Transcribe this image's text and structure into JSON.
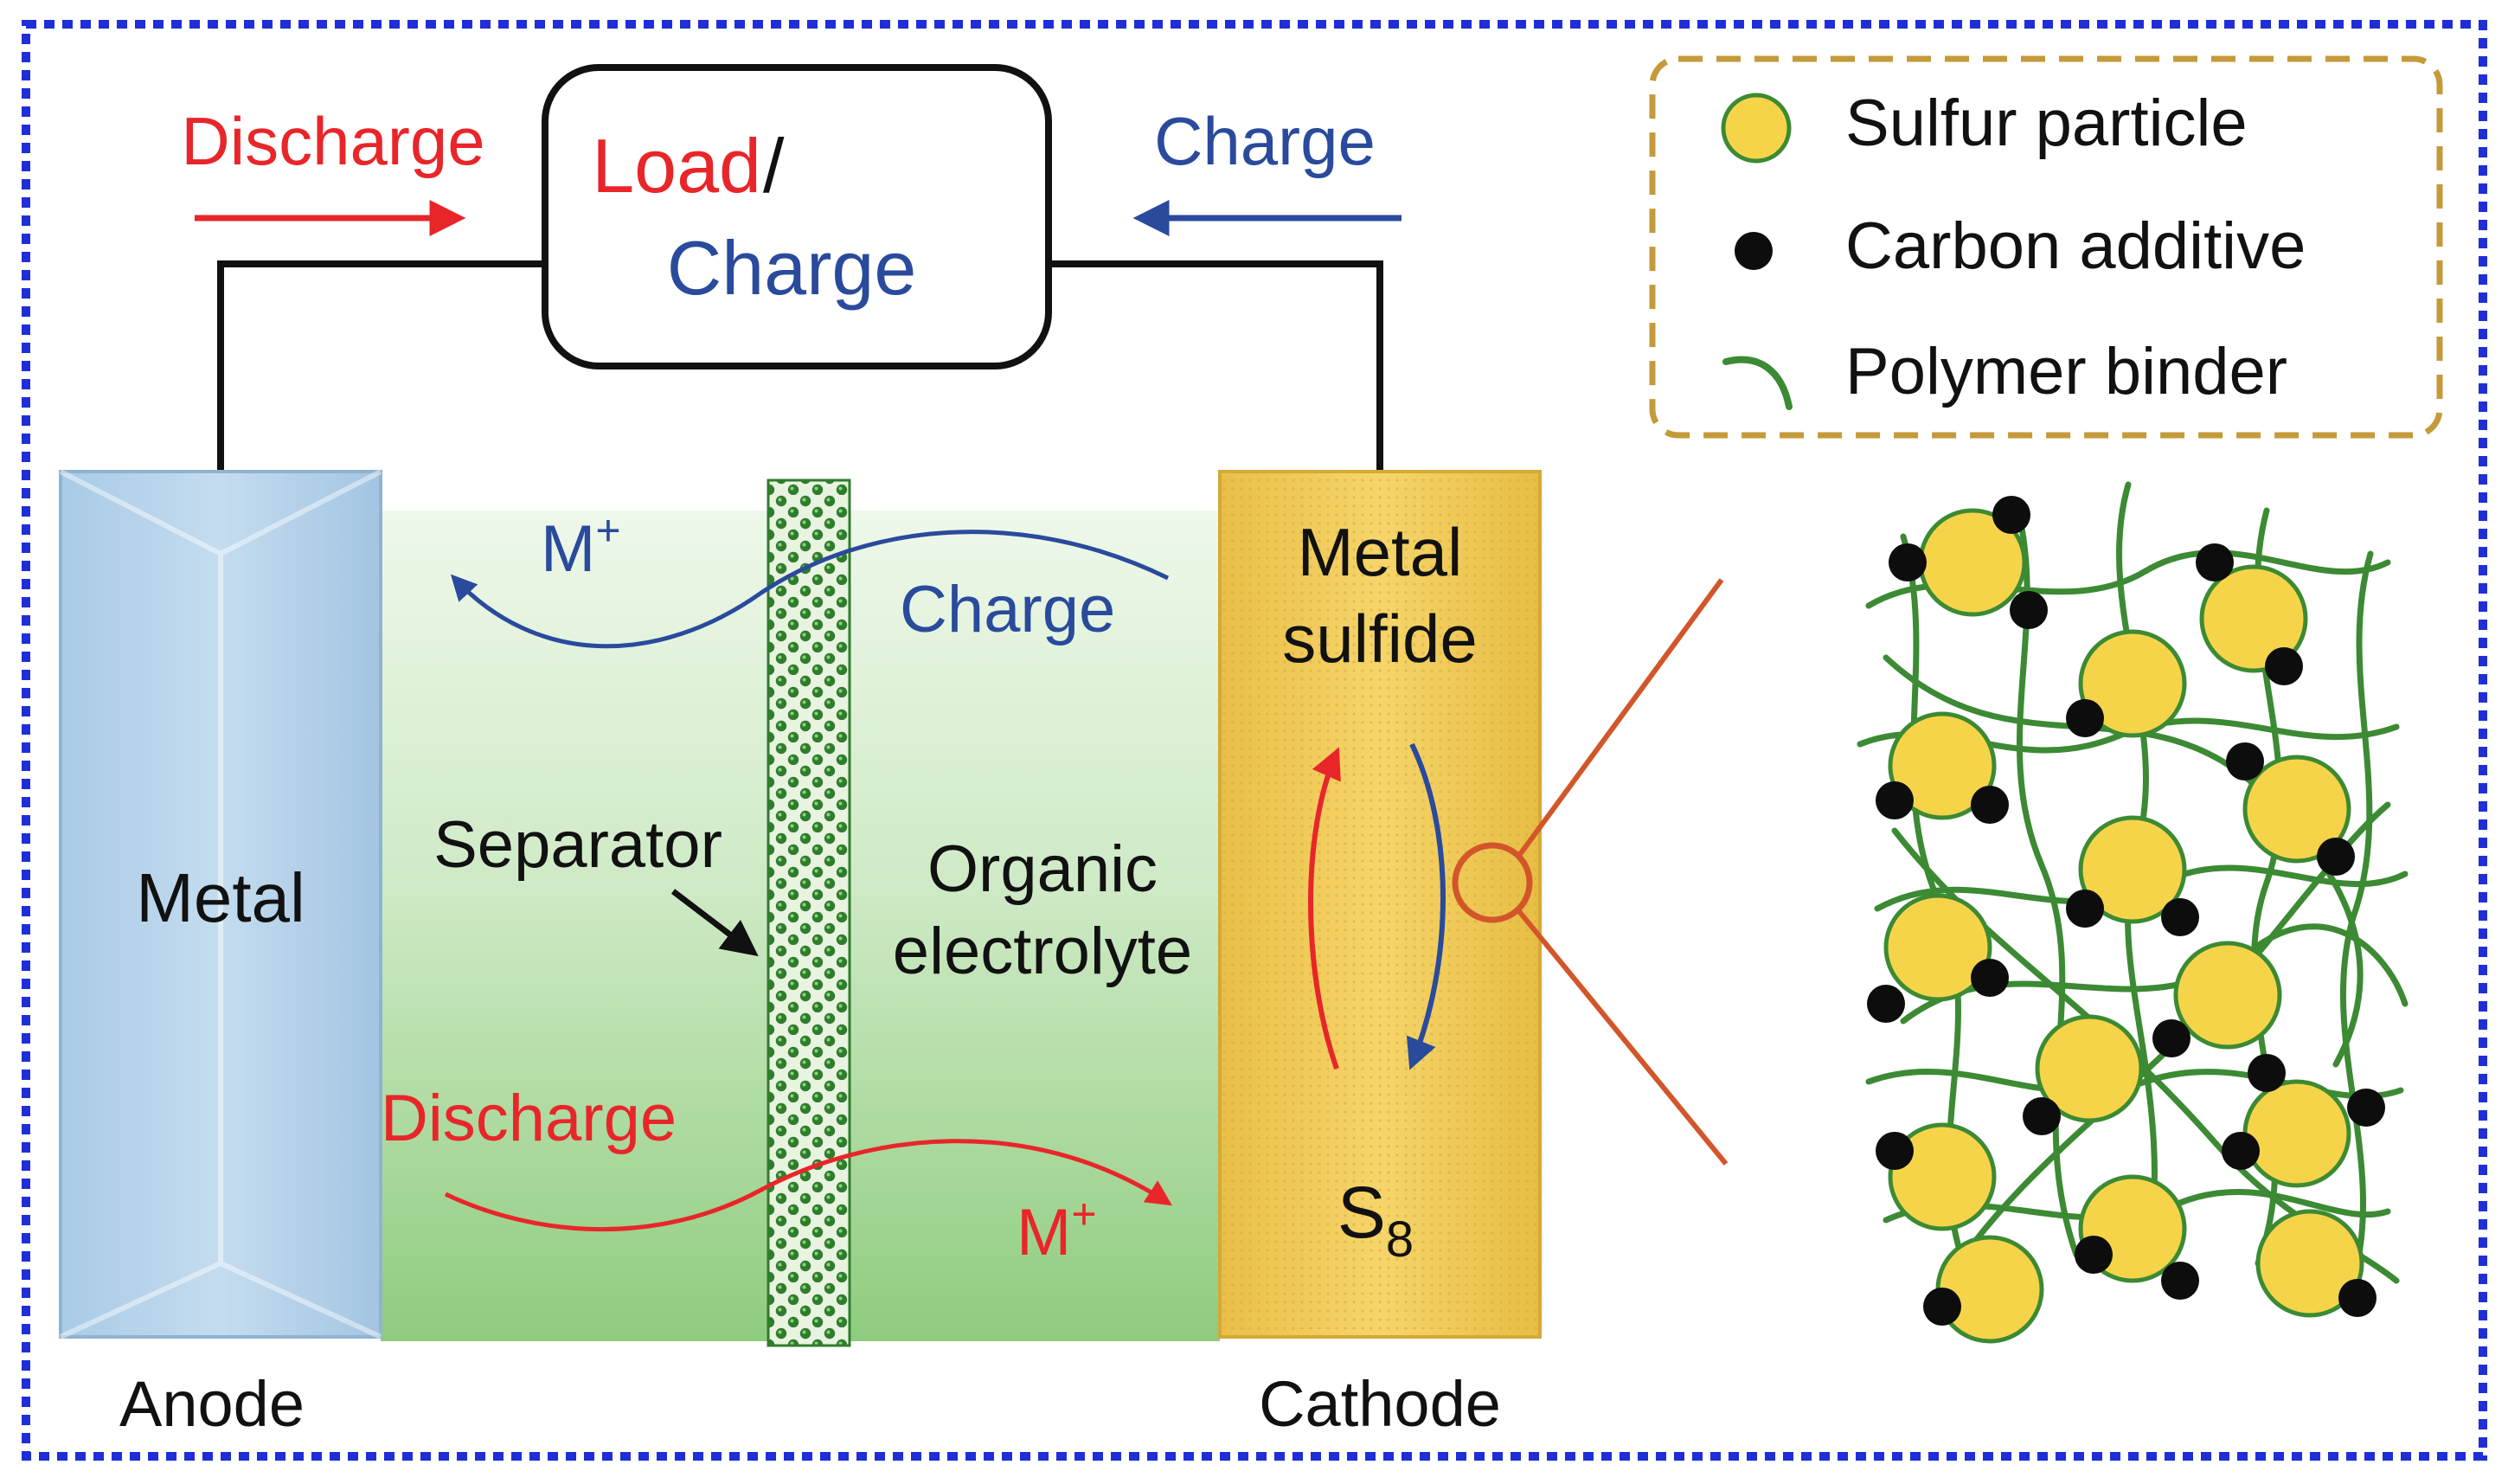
{
  "colors": {
    "frame": "#1f2ed6",
    "discharge": "#e8262a",
    "charge": "#2a4a9c",
    "anode": "#b9d6ec",
    "cathode": "#f2cd5a",
    "electrolyte": "#7cc46b",
    "separator": "#3a8a35",
    "sulfur": "#f6d44a",
    "carbon": "#0d0d0d",
    "binder": "#3c8a33",
    "legend_border": "#c49a3a",
    "zoom_line": "#d2562a"
  },
  "circuit": {
    "discharge_label": "Discharge",
    "charge_label": "Charge",
    "box_load": "Load",
    "box_slash": "/",
    "box_charge": "Charge"
  },
  "legend": {
    "sulfur_label": "Sulfur particle",
    "carbon_label": "Carbon additive",
    "binder_label": "Polymer binder"
  },
  "anode": {
    "label": "Metal",
    "caption": "Anode"
  },
  "cathode": {
    "label_line1": "Metal",
    "label_line2": "sulfide",
    "s8_main": "S",
    "s8_sub": "8",
    "caption": "Cathode"
  },
  "cell": {
    "charge_ion": "M",
    "charge_ion_sup": "+",
    "charge_label": "Charge",
    "discharge_label": "Discharge",
    "discharge_ion": "M",
    "discharge_ion_sup": "+",
    "separator_label": "Separator",
    "electrolyte_line1": "Organic",
    "electrolyte_line2": "electrolyte"
  }
}
